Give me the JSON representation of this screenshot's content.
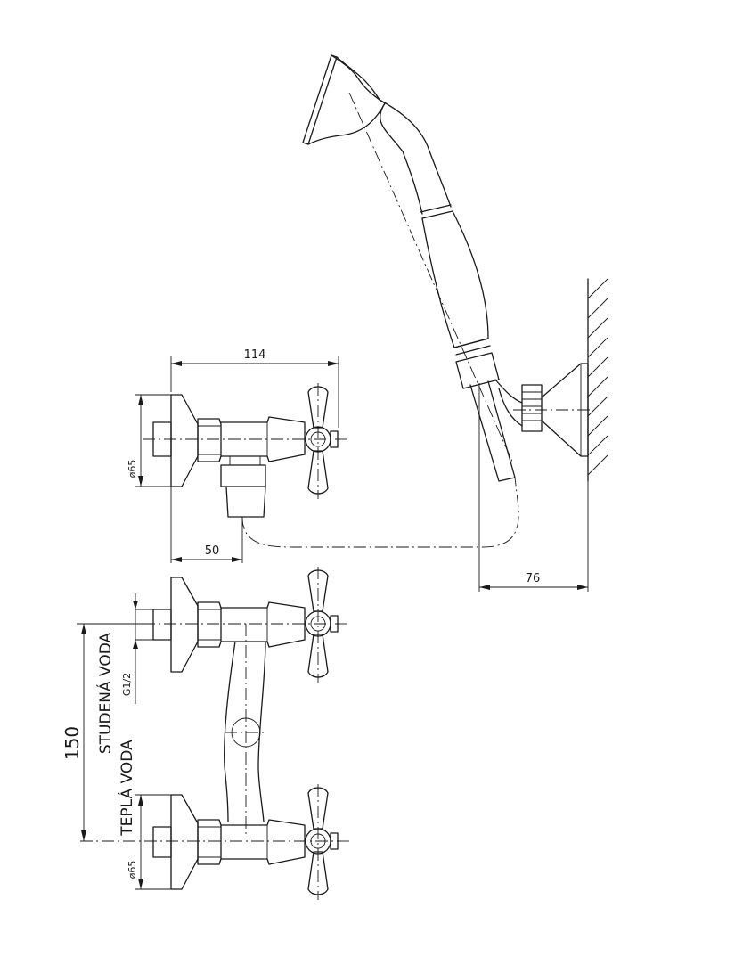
{
  "dimensions": {
    "side_width": "114",
    "side_depth": "50",
    "side_flange_diameter": "ø65",
    "holder_offset": "76",
    "front_spacing": "150",
    "front_flange_diameter": "ø65",
    "thread": "G1/2"
  },
  "labels": {
    "cold_water": "STUDENÁ VODA",
    "hot_water": "TEPLÁ VODA"
  }
}
